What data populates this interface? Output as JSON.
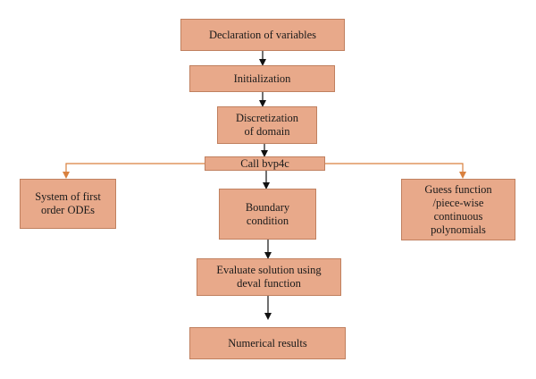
{
  "nodes": {
    "declaration": "Declaration of variables",
    "initialization": "Initialization",
    "discretization": "Discretization\nof domain",
    "call_bvp4c": "Call bvp4c",
    "system_odes": "System of first\norder ODEs",
    "boundary_condition": "Boundary\ncondition",
    "guess_function": "Guess function\n/piece-wise\ncontinuous\npolynomials",
    "evaluate_solution": "Evaluate solution using\ndeval function",
    "numerical_results": "Numerical results"
  },
  "colors": {
    "box_fill": "#e8a98a",
    "box_border": "#c0805f",
    "arrow_black": "#111111",
    "arrow_orange": "#d9813f"
  }
}
